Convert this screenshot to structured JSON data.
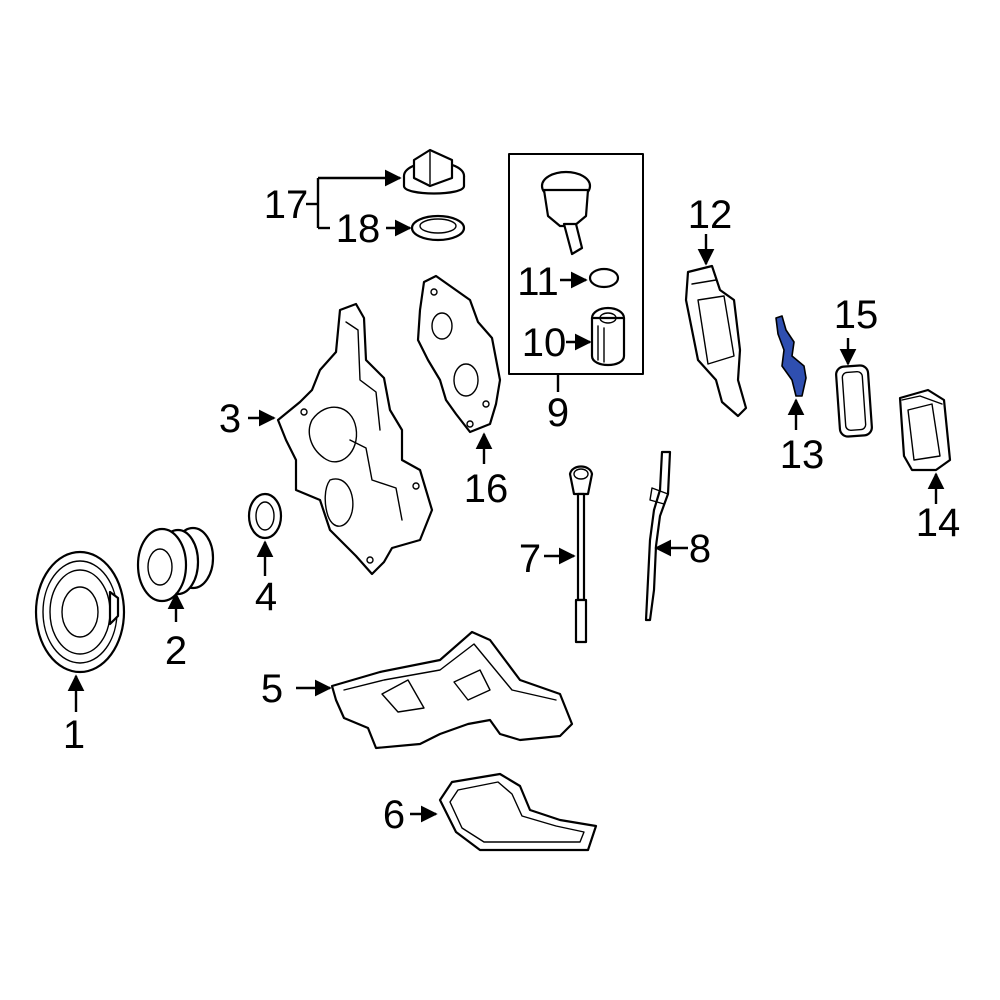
{
  "colors": {
    "line": "#000000",
    "background": "#ffffff",
    "highlight": "#2f4fb0"
  },
  "callouts": {
    "c1": "1",
    "c2": "2",
    "c3": "3",
    "c4": "4",
    "c5": "5",
    "c6": "6",
    "c7": "7",
    "c8": "8",
    "c9": "9",
    "c10": "10",
    "c11": "11",
    "c12": "12",
    "c13": "13",
    "c14": "14",
    "c15": "15",
    "c16": "16",
    "c17": "17",
    "c18": "18"
  },
  "highlighted_part": "13"
}
